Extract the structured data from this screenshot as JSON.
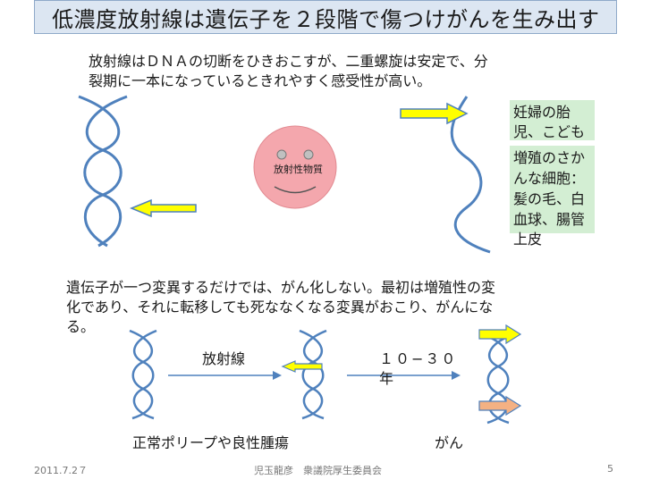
{
  "slide": {
    "title": "低濃度放射線は遺伝子を２段階で傷つけがんを生み出す",
    "intro_lines": [
      "放射線はＤＮＡの切断をひきおこすが、二重螺旋は安定で、分",
      "裂期に一本になっているときれやすく感受性が高い。"
    ],
    "sensitive_lines_1": [
      "妊婦の胎",
      "児、こども"
    ],
    "sensitive_lines_2": [
      "増殖のさか",
      "んな細胞：",
      "髪の毛、白",
      "血球、腸管",
      "上皮"
    ],
    "face_label": "放射性物質",
    "step_lines": [
      "遺伝子が一つ変異するだけでは、がん化しない。最初は増殖性の変",
      "化であり、それに転移しても死ななくなる変異がおこり、がんにな",
      "る。"
    ],
    "arrow1_label": "放射線",
    "arrow2_label_lines": [
      "１０−３０",
      "年"
    ],
    "stage1_label": "正常ポリープや良性腫瘍",
    "stage2_label": "がん",
    "footer": {
      "date": "2011.7.2７",
      "author": "児玉龍彦　衆議院厚生委員会",
      "page": "5"
    }
  },
  "colors": {
    "title_bg": "#dce6f2",
    "dna": "#4f81bd",
    "arrow_yellow": "#ffff00",
    "arrow_orange": "#f4b183",
    "green_box": "#d3eed3",
    "face": "#f4a7ad",
    "flow_arrow": "#4f81bd"
  }
}
